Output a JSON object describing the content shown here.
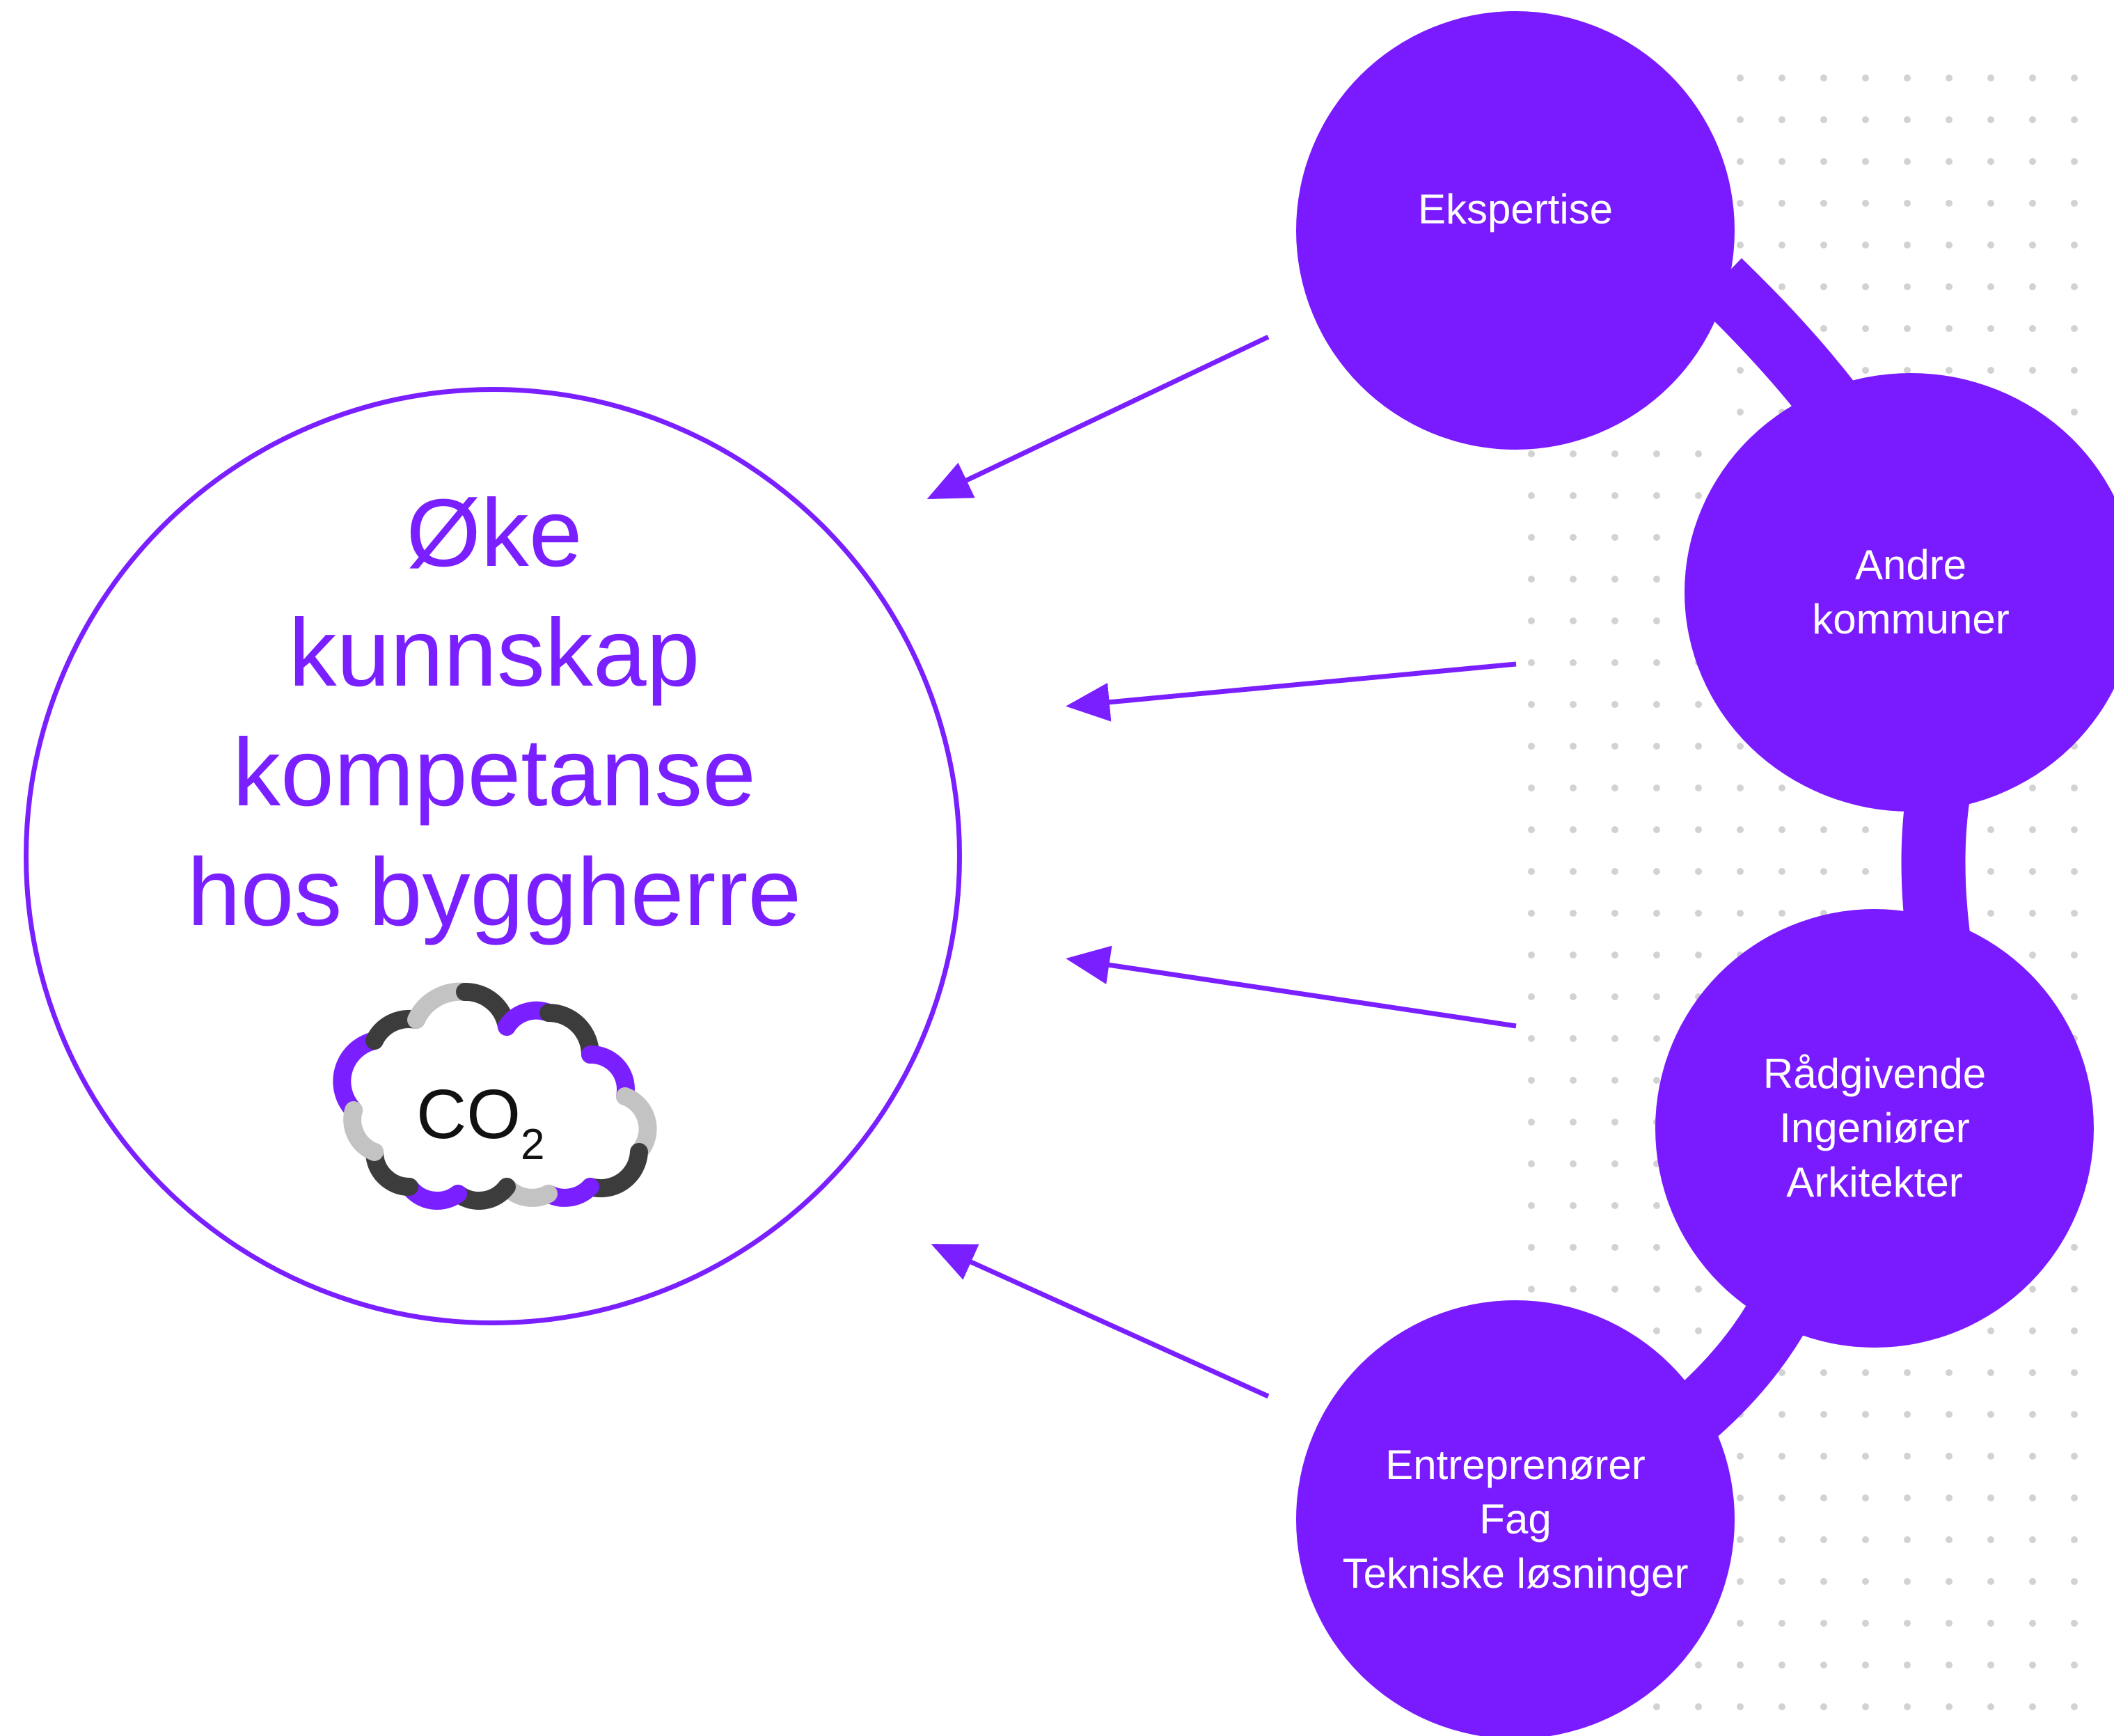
{
  "center": {
    "lines": [
      "Øke",
      "kunnskap",
      "kompetanse",
      "hos byggherre"
    ],
    "icon": {
      "name": "co2-cloud-icon",
      "text": "CO",
      "subscript": "2"
    }
  },
  "nodes": [
    {
      "id": "ekspertise",
      "lines": [
        "Ekspertise"
      ]
    },
    {
      "id": "andre-kommuner",
      "lines": [
        "Andre",
        "kommuner"
      ]
    },
    {
      "id": "radgivende",
      "lines": [
        "Rådgivende",
        "Ingeniører",
        "Arkitekter"
      ]
    },
    {
      "id": "entreprenorer",
      "lines": [
        "Entreprenører",
        "Fag",
        "Tekniske løsninger"
      ]
    }
  ],
  "colors": {
    "accent": "#7a1fff",
    "node": "#7a1aff",
    "dot": "#d2d2d2",
    "cloud_dark": "#3c3c3c",
    "cloud_light": "#c3c3c3"
  }
}
